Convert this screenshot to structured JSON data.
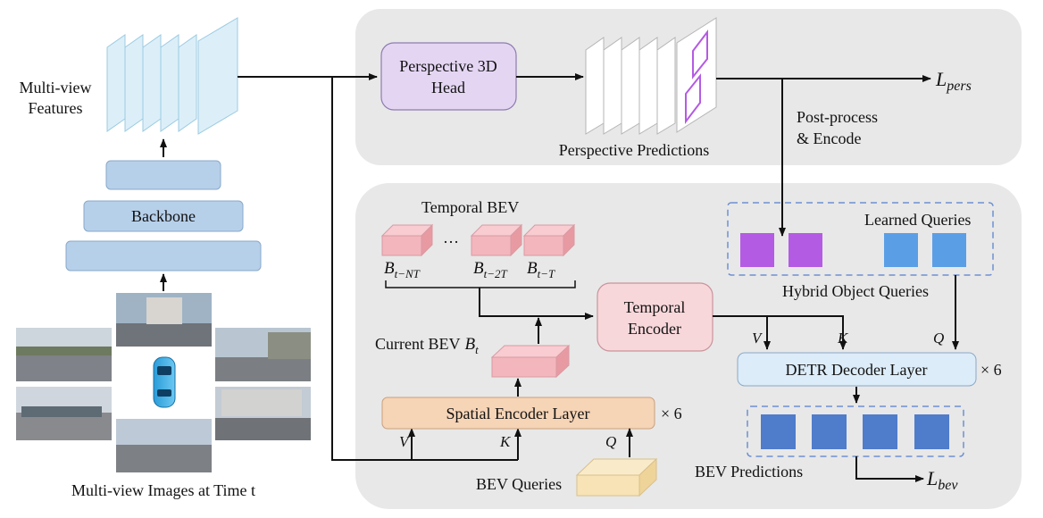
{
  "labels": {
    "multiview_features_line1": "Multi-view",
    "multiview_features_line2": "Features",
    "backbone": "Backbone",
    "multiview_images": "Multi-view Images at Time t",
    "perspective_head_line1": "Perspective 3D",
    "perspective_head_line2": "Head",
    "perspective_predictions": "Perspective Predictions",
    "post_process_line1": "Post-process",
    "post_process_line2": "& Encode",
    "temporal_bev": "Temporal BEV",
    "ellipsis": "…",
    "temporal_encoder_line1": "Temporal",
    "temporal_encoder_line2": "Encoder",
    "current_bev": "Current BEV",
    "spatial_encoder_layer": "Spatial Encoder Layer",
    "times_six": "× 6",
    "bev_queries": "BEV Queries",
    "learned_queries": "Learned Queries",
    "hybrid_object_queries": "Hybrid Object Queries",
    "detr_decoder_layer": "DETR Decoder Layer",
    "bev_predictions": "BEV Predictions"
  },
  "math": {
    "l_pers": "L",
    "l_pers_sub": "pers",
    "l_bev": "L",
    "l_bev_sub": "bev",
    "b_t_nt": "B",
    "b_t_nt_sub": "t−NT",
    "b_t_2t": "B",
    "b_t_2t_sub": "t−2T",
    "b_t_t": "B",
    "b_t_t_sub": "t−T",
    "b_t": "B",
    "b_t_sub": "t",
    "v": "V",
    "k": "K",
    "q": "Q"
  },
  "colors": {
    "panel_bg": "#e8e8e8",
    "feature_plane": "#dceff8",
    "backbone": "#b7d0ea",
    "perspective_head": "#e4d6f3",
    "temporal_bev": "#f4b6bd",
    "temporal_encoder": "#f8d7da",
    "spatial_encoder": "#f6d4b6",
    "bev_queries": "#f7e3b5",
    "detr_decoder": "#dcecf8",
    "learned_query": "#5a9fe6",
    "object_query": "#b45be3",
    "bev_prediction": "#4f7ccb",
    "dashed_border": "#6e8fd2"
  }
}
